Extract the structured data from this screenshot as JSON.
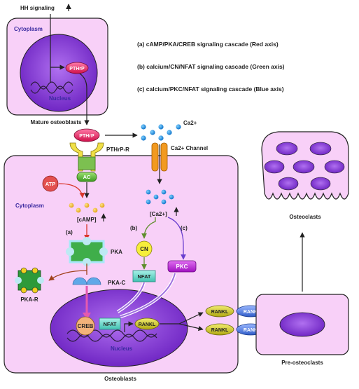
{
  "colors": {
    "cell_fill": "#f8d0f8",
    "cell_stroke": "#1f1f1f",
    "nucleus_fill": "#8a3bd6",
    "red_axis": "#d9362b",
    "green_axis": "#5e8e2c",
    "blue_axis": "#6a3fcf",
    "pthrp": "#e8326a",
    "ac_green": "#58b830",
    "calcium_blue": "#1e90e0",
    "camp_yellow": "#f0b020",
    "cn_yellow": "#f6ee3a",
    "nfat_teal": "#5fd8c8",
    "pkc_magenta": "#c020d8",
    "creb_orange": "#f3b27a",
    "rankl_yellow": "#d9d020",
    "rank_blue": "#4f80e0",
    "atp_red": "#e35050"
  },
  "labels": {
    "hh_signaling": "HH signaling",
    "cytoplasm_top": "Cytoplasm",
    "nucleus_top": "Nucleus",
    "pthrp_inner": "PTHrP",
    "mature_osteoblasts": "Mature osteoblasts",
    "pthrp_receptor_ligand": "PTHrP",
    "pthrp_r": "PTHrP-R",
    "ca2_outside": "Ca2+",
    "ca2_channel": "Ca2+ Channel",
    "ac": "AC",
    "atp": "ATP",
    "cytoplasm_main": "Cytoplasm",
    "camp": "[cAMP]",
    "ca2_inside": "[Ca2+]",
    "axis_a": "(a)",
    "axis_b": "(b)",
    "axis_c": "(c)",
    "pka": "PKA",
    "cn": "CN",
    "pkc": "PKC",
    "nfat_cyto": "NFAT",
    "pka_r": "PKA-R",
    "pka_c": "PKA-C",
    "creb": "CREB",
    "nfat_nuc": "NFAT",
    "rankl_nuc": "RANKL",
    "nucleus_main": "Nucleus",
    "osteoblasts": "Osteoblasts",
    "rankl_1": "RANKL",
    "rankl_2": "RANKL",
    "rank_1": "RANK",
    "rank_2": "RANK",
    "pre_osteoclasts": "Pre-osteoclasts",
    "osteoclasts": "Osteoclasts"
  },
  "legend": [
    "(a) cAMP/PKA/CREB signaling cascade (Red axis)",
    "(b) calcium/CN/NFAT signaling cascade (Green axis)",
    "(c) calcium/PKC/NFAT signaling cascade (Blue axis)"
  ]
}
